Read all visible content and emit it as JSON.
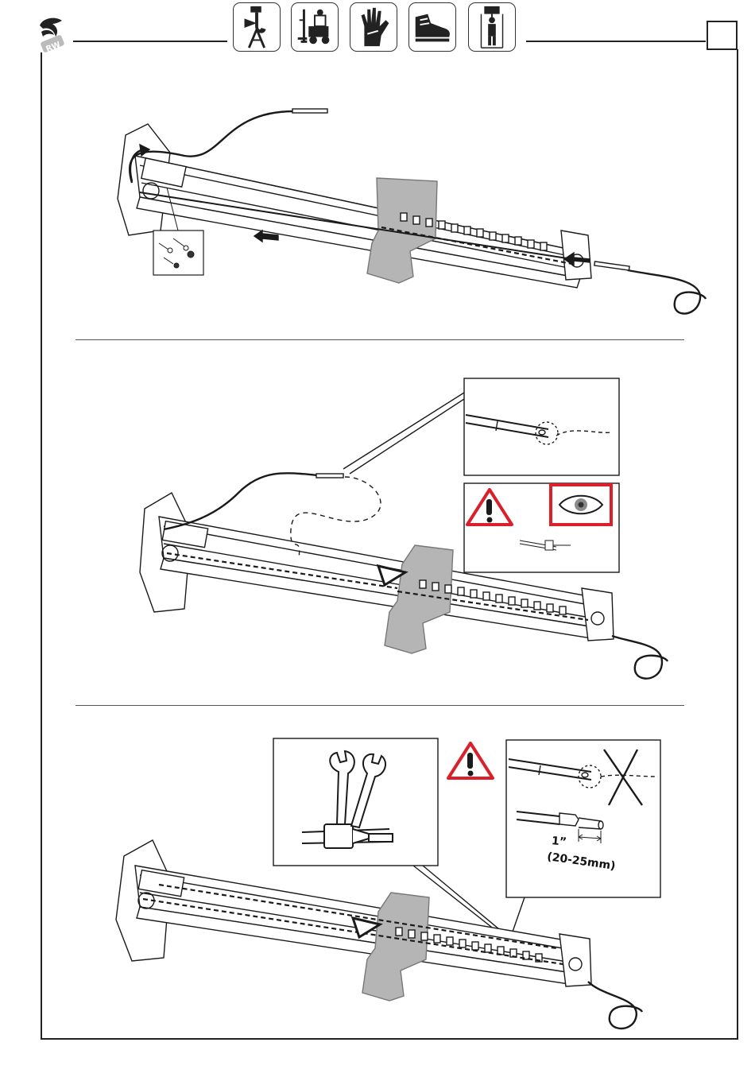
{
  "header": {
    "icons": [
      {
        "name": "crane-hook-icon"
      },
      {
        "name": "forklift-icon"
      },
      {
        "name": "protective-gloves-icon"
      },
      {
        "name": "safety-shoes-icon"
      },
      {
        "name": "lift-weight-person-icon"
      }
    ],
    "page_number": ""
  },
  "steps": [
    {
      "id": "step-1",
      "parts_callout_icon": "bolt-nut-washer-icon"
    },
    {
      "id": "step-2",
      "warning_icon": "warning-triangle-icon",
      "inspect_icon": "eye-inspect-icon"
    },
    {
      "id": "step-3",
      "warning_icon": "warning-triangle-icon",
      "tool_icon": "two-wrenches-icon",
      "dimension_primary": "1”",
      "dimension_secondary": "(20-25mm)"
    }
  ],
  "colors": {
    "line": "#1a1a1a",
    "warning_red": "#d9202b",
    "bracket_gray": "#8a8a8a",
    "inspect_frame": "#d9202b"
  }
}
